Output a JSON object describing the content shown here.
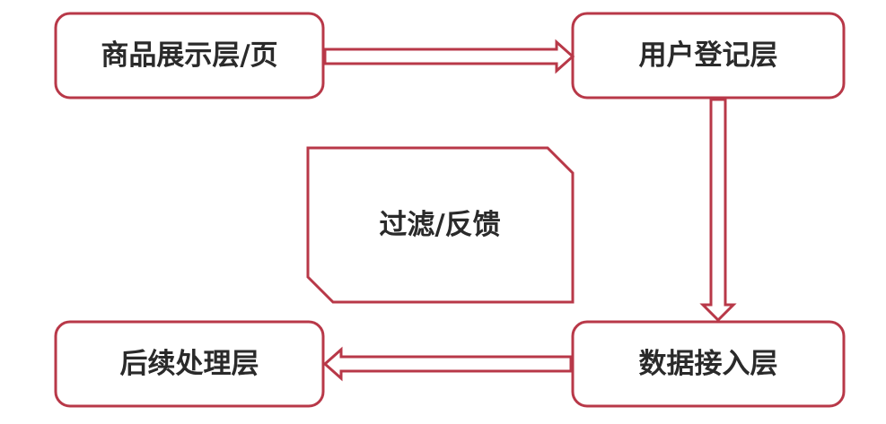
{
  "diagram": {
    "nodes": {
      "product_display": "商品展示层/页",
      "user_login": "用户登记层",
      "filter_feedback": "过滤/反馈",
      "data_access": "数据接入层",
      "post_processing": "后续处理层"
    },
    "colors": {
      "stroke": "#b83848",
      "fill": "#ffffff",
      "text": "#2a2a2a"
    }
  }
}
